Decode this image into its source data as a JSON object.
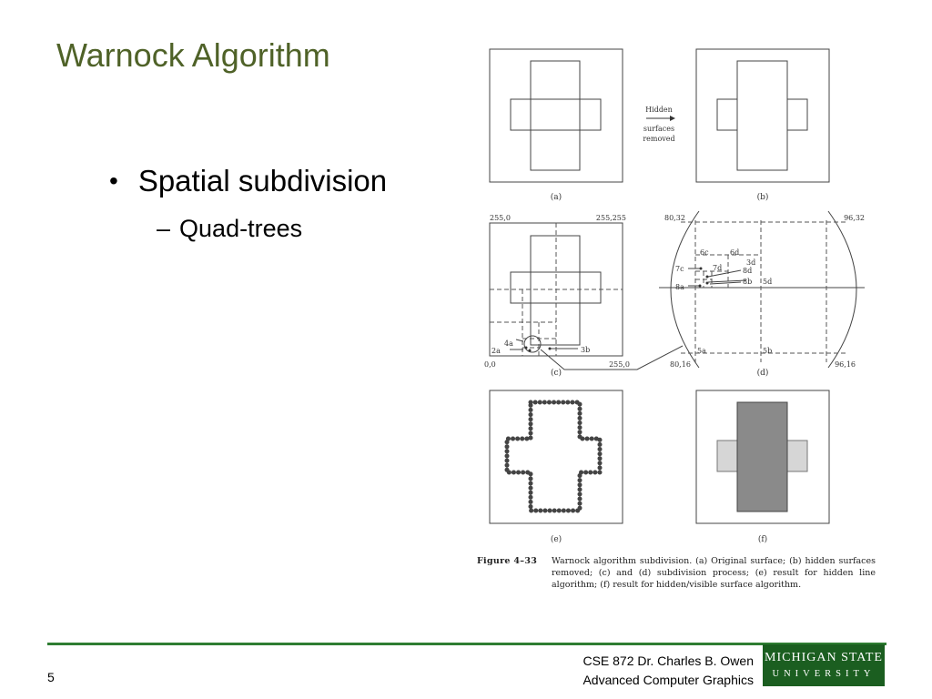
{
  "slide": {
    "title": "Warnock Algorithm",
    "bullet": "Spatial subdivision",
    "sub_bullet": "Quad-trees",
    "page_number": "5"
  },
  "figure": {
    "arrow_label_lines": [
      "Hidden",
      "surfaces",
      "removed"
    ],
    "panel_labels": [
      "(a)",
      "(b)",
      "(c)",
      "(d)",
      "(e)",
      "(f)"
    ],
    "corner_labels_c": [
      "255,0",
      "255,255",
      "0,0",
      "255,0"
    ],
    "corner_labels_d": [
      "80,32",
      "96,32",
      "80,16",
      "96,16"
    ],
    "region_labels_c": [
      "4a",
      "2a",
      "3b"
    ],
    "region_labels_d": [
      "6c",
      "6d",
      "7c",
      "7d",
      "8d",
      "3d",
      "8b",
      "8a",
      "5d",
      "5a",
      "5b"
    ],
    "caption_label": "Figure 4–33",
    "caption_text": "Warnock algorithm subdivision. (a) Original surface; (b) hidden surfaces removed; (c) and (d) subdivision process; (e) result for hidden line algorithm; (f) result for hidden/visible surface algorithm."
  },
  "footer": {
    "line1": "CSE 872 Dr. Charles B. Owen",
    "line2": "Advanced Computer Graphics",
    "logo_line1": "MICHIGAN STATE",
    "logo_line2": "UNIVERSITY"
  },
  "colors": {
    "title": "#4f6228",
    "rule": "#2e7d32",
    "logo_bg": "#1b5e20"
  }
}
